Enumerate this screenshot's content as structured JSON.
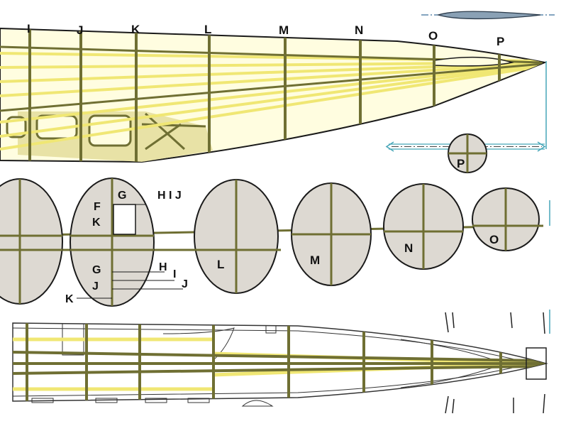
{
  "colors": {
    "former": "#6f6f33",
    "stringer": "#f0e774",
    "skin": "#fffde0",
    "sheet": "#e8e2a6",
    "panel": "#d3c877",
    "outline": "#1a1a1a",
    "section_fill": "#ddd9d2",
    "dim_line": "#46a6b8",
    "drawing_line": "#333333"
  },
  "top_view": {
    "station_labels": [
      "I",
      "J",
      "K",
      "L",
      "M",
      "N",
      "O",
      "P"
    ]
  },
  "sections": {
    "labels": [
      "L",
      "M",
      "N",
      "O"
    ],
    "p_label": "P",
    "first_section_letters": {
      "G_top": "G",
      "F": "F",
      "K_inner": "K",
      "HIJ": "H I J",
      "G_low": "G",
      "H": "H",
      "I": "I",
      "J_left": "J",
      "J_right": "J",
      "K_low": "K"
    }
  },
  "icons": {
    "fuselage_profile": "fuselage-side-profile-icon"
  }
}
